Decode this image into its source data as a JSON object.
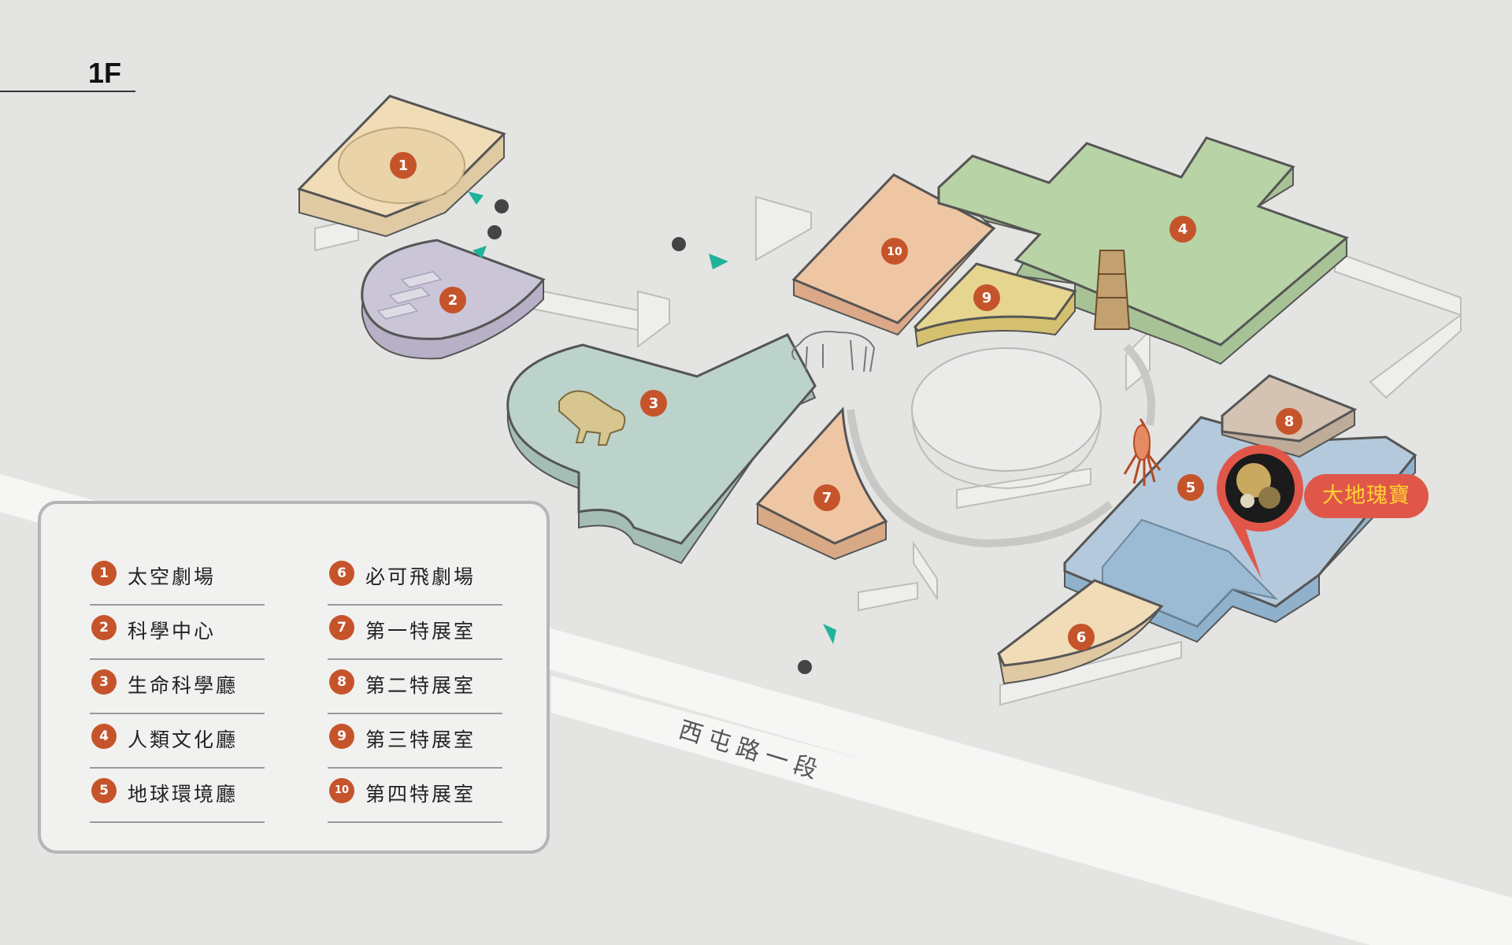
{
  "floor": "1F",
  "road_name": "西屯路一段",
  "highlight_label": "大地瑰寶",
  "legend": [
    {
      "num": "1",
      "name": "太空劇場"
    },
    {
      "num": "2",
      "name": "科學中心"
    },
    {
      "num": "3",
      "name": "生命科學廳"
    },
    {
      "num": "4",
      "name": "人類文化廳"
    },
    {
      "num": "5",
      "name": "地球環境廳"
    },
    {
      "num": "6",
      "name": "必可飛劇場"
    },
    {
      "num": "7",
      "name": "第一特展室"
    },
    {
      "num": "8",
      "name": "第二特展室"
    },
    {
      "num": "9",
      "name": "第三特展室"
    },
    {
      "num": "10",
      "name": "第四特展室"
    }
  ],
  "map_markers": [
    "1",
    "2",
    "3",
    "4",
    "5",
    "6",
    "7",
    "8",
    "9",
    "10"
  ],
  "colors": {
    "marker": "#c6542b",
    "hall1": "#f0dcb6",
    "hall2": "#cbc5d8",
    "hall3": "#bcd3cc",
    "hall4": "#b8d3a6",
    "hall5": "#b4c9dc",
    "hall6": "#f0dcb6",
    "hall7": "#efc6a4",
    "hall8": "#d4c3b2",
    "hall9": "#e6d58f",
    "hall10": "#efc6a4",
    "callout": "#e0574a",
    "callout_text": "#ffd230"
  }
}
